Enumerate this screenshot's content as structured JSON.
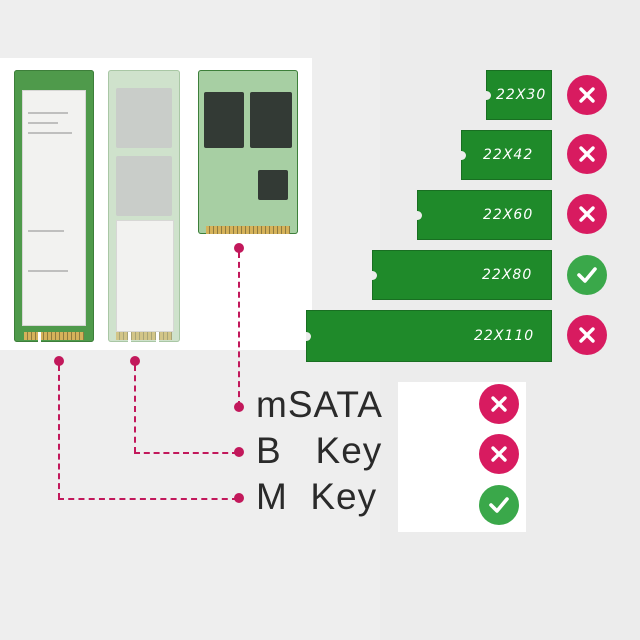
{
  "sizes": [
    {
      "label": "22X30",
      "status": "incompatible"
    },
    {
      "label": "22X42",
      "status": "incompatible"
    },
    {
      "label": "22X60",
      "status": "incompatible"
    },
    {
      "label": "22X80",
      "status": "compatible"
    },
    {
      "label": "22X110",
      "status": "incompatible"
    }
  ],
  "interfaces": [
    {
      "label": "mSATA",
      "status": "incompatible"
    },
    {
      "label": "B   Key",
      "status": "incompatible"
    },
    {
      "label": "M  Key",
      "status": "compatible"
    }
  ],
  "colors": {
    "pcb_green": "#1f8a2a",
    "connector_magenta": "#c2185b",
    "cross_red": "#d81b60",
    "check_green": "#3aa84a"
  },
  "icons": {
    "compatible": "check-icon",
    "incompatible": "cross-icon"
  }
}
